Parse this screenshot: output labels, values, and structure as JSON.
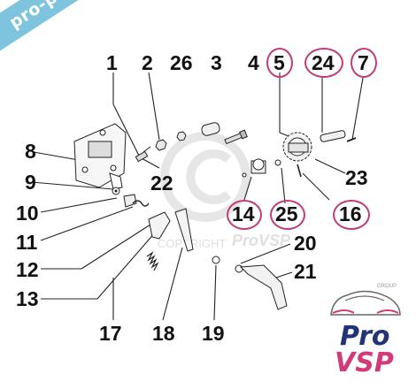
{
  "banner": {
    "text": "pro-piece-vsp.com"
  },
  "watermark": {
    "copyright": "COPYRIGHT",
    "brand": "ProVSP"
  },
  "logo": {
    "top": "Pro",
    "bottom": "VSP",
    "group": "GROUP"
  },
  "parts": {
    "p1": "1",
    "p2": "2",
    "p26": "26",
    "p3": "3",
    "p4": "4",
    "p5": "5",
    "p24": "24",
    "p7": "7",
    "p8": "8",
    "p9": "9",
    "p10": "10",
    "p11": "11",
    "p12": "12",
    "p13": "13",
    "p14": "14",
    "p25": "25",
    "p16": "16",
    "p22": "22",
    "p23": "23",
    "p20": "20",
    "p21": "21",
    "p17": "17",
    "p18": "18",
    "p19": "19"
  },
  "colors": {
    "highlight_ring": "#c23a78",
    "banner": "#7fc4df",
    "brand_navy": "#23337a",
    "brand_pink": "#d23b7a"
  }
}
